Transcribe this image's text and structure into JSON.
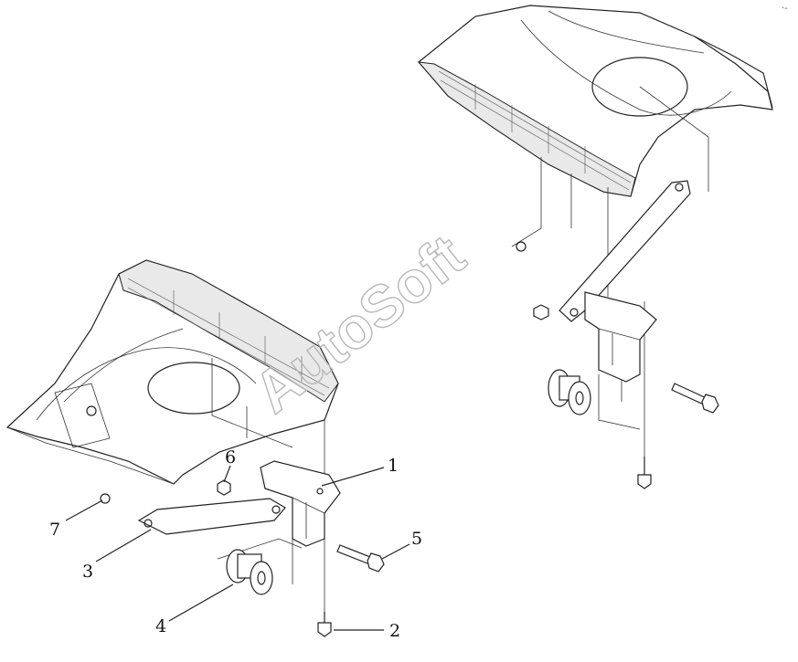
{
  "diagram": {
    "watermark": "AutoSoft",
    "corner_mark": "·-",
    "callouts": [
      {
        "id": "1",
        "label": "1"
      },
      {
        "id": "2",
        "label": "2"
      },
      {
        "id": "3",
        "label": "3"
      },
      {
        "id": "4",
        "label": "4"
      },
      {
        "id": "5",
        "label": "5"
      },
      {
        "id": "6",
        "label": "6"
      },
      {
        "id": "7",
        "label": "7"
      }
    ]
  }
}
